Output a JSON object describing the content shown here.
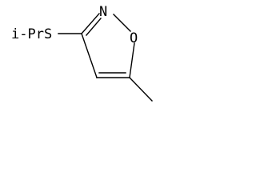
{
  "molecule": {
    "labels": {
      "substituent": "i-PrS",
      "nitrogen": "N",
      "oxygen": "O"
    }
  }
}
